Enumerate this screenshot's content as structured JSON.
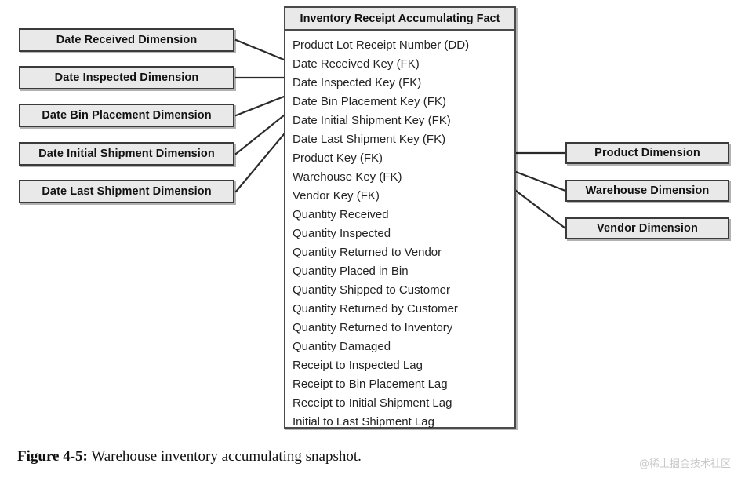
{
  "figure": {
    "label": "Figure 4-5:",
    "caption": "Warehouse inventory accumulating snapshot."
  },
  "watermark": "@稀土掘金技术社区",
  "fact_table": {
    "title": "Inventory Receipt Accumulating Fact",
    "rows": [
      "Product Lot Receipt Number (DD)",
      "Date Received Key (FK)",
      "Date Inspected Key (FK)",
      "Date Bin Placement Key (FK)",
      "Date Initial Shipment Key (FK)",
      "Date Last Shipment Key (FK)",
      "Product Key (FK)",
      "Warehouse Key (FK)",
      "Vendor Key (FK)",
      "Quantity Received",
      "Quantity Inspected",
      "Quantity Returned to Vendor",
      "Quantity Placed in Bin",
      "Quantity Shipped to Customer",
      "Quantity Returned by Customer",
      "Quantity Returned to Inventory",
      "Quantity Damaged",
      "Receipt to Inspected Lag",
      "Receipt to Bin Placement Lag",
      "Receipt to Initial Shipment Lag",
      "Initial to Last Shipment Lag"
    ]
  },
  "left_dimensions": [
    {
      "label": "Date Received Dimension"
    },
    {
      "label": "Date Inspected Dimension"
    },
    {
      "label": "Date Bin Placement Dimension"
    },
    {
      "label": "Date Initial Shipment Dimension"
    },
    {
      "label": "Date Last Shipment Dimension"
    }
  ],
  "right_dimensions": [
    {
      "label": "Product Dimension"
    },
    {
      "label": "Warehouse Dimension"
    },
    {
      "label": "Vendor Dimension"
    }
  ],
  "colors": {
    "box_fill": "#e9e9e9",
    "box_border": "#3b3b3b",
    "fact_border": "#4a4a4a",
    "line": "#2a2a2a",
    "text": "#1a1a1a",
    "watermark": "#c9c9c9"
  }
}
